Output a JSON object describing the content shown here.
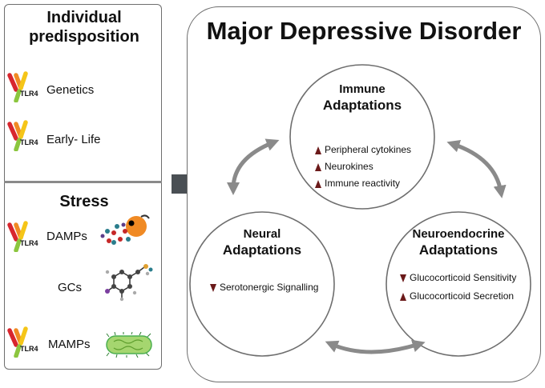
{
  "predisposition": {
    "title": "Individual predisposition",
    "items": [
      {
        "tag": "TLR4",
        "label": "Genetics"
      },
      {
        "tag": "TLR4",
        "label": "Early- Life"
      }
    ]
  },
  "stress": {
    "title": "Stress",
    "items": [
      {
        "tag": "TLR4",
        "label": "DAMPs"
      },
      {
        "tag": "",
        "label": "GCs"
      },
      {
        "tag": "TLR4",
        "label": "MAMPs"
      }
    ]
  },
  "mdd": {
    "title": "Major Depressive Disorder",
    "immune": {
      "title_line1": "Immune",
      "title_line2": "Adaptations",
      "items": [
        {
          "direction": "up",
          "text": "Peripheral cytokines"
        },
        {
          "direction": "up",
          "text": "Neurokines"
        },
        {
          "direction": "up",
          "text": "Immune reactivity"
        }
      ]
    },
    "neural": {
      "title_line1": "Neural",
      "title_line2": "Adaptations",
      "items": [
        {
          "direction": "down",
          "text": "Serotonergic Signalling"
        }
      ]
    },
    "neuroendocrine": {
      "title_line1": "Neuroendocrine",
      "title_line2": "Adaptations",
      "items": [
        {
          "direction": "down",
          "text": "Glucocorticoid Sensitivity"
        },
        {
          "direction": "up",
          "text": "Glucocorticoid Secretion"
        }
      ]
    }
  },
  "colors": {
    "border": "#6e6e6e",
    "arrow": "#8a8a8a",
    "big_arrow": "#4a4f54",
    "indicator": "#6b1a1a",
    "tlr_red": "#d8262e",
    "tlr_orange": "#f08a24",
    "tlr_yellow": "#f5c518",
    "tlr_green": "#8cc63f"
  }
}
